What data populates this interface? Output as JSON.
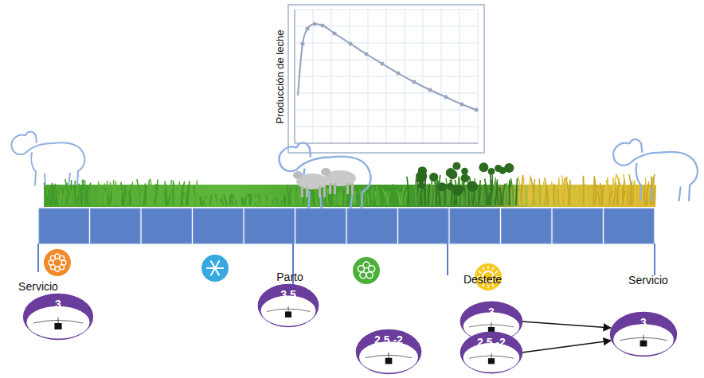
{
  "diagram": {
    "nodes": [
      {
        "text": [
          "3"
        ]
      },
      {
        "text": [
          "3,5"
        ]
      },
      {
        "text": [
          "2,5 -2"
        ]
      },
      {
        "text": [
          "3"
        ]
      },
      {
        "text": [
          "2,5 -2"
        ]
      },
      {
        "text": [
          "3"
        ]
      }
    ],
    "edges": [
      {
        "from": 3,
        "to": 5,
        "arrow": "to"
      },
      {
        "from": 4,
        "to": 5,
        "arrow": "to"
      }
    ],
    "labels": [
      "Producción de leche",
      "Servicio",
      "Parto",
      "Destete",
      "Servicio"
    ]
  }
}
